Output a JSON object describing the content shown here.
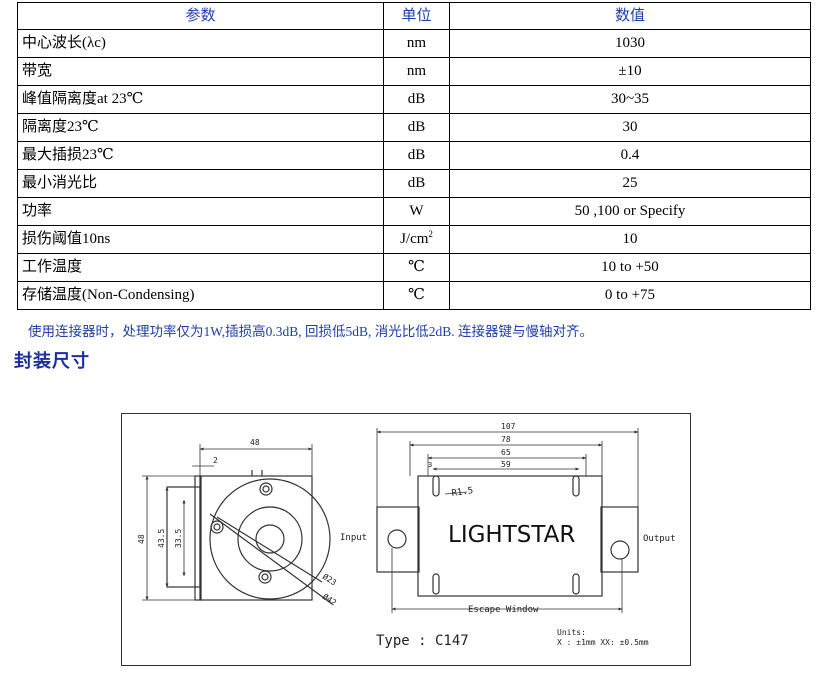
{
  "table": {
    "headers": [
      "参数",
      "单位",
      "数值"
    ],
    "rows": [
      {
        "param": "中心波长(λc)",
        "unit": "nm",
        "value": "1030"
      },
      {
        "param": "带宽",
        "unit": "nm",
        "value": "±10"
      },
      {
        "param": "峰值隔离度at 23℃",
        "unit": "dB",
        "value": "30~35"
      },
      {
        "param": "隔离度23℃",
        "unit": "dB",
        "value": "30"
      },
      {
        "param": "最大插损23℃",
        "unit": "dB",
        "value": "0.4"
      },
      {
        "param": "最小消光比",
        "unit": "dB",
        "value": "25"
      },
      {
        "param": "功率",
        "unit": "W",
        "value": "50 ,100 or Specify"
      },
      {
        "param": "损伤阈值10ns",
        "unit": "J/cm",
        "unit_sup": "2",
        "value": "10"
      },
      {
        "param": "工作温度",
        "unit": "℃",
        "value": "10 to +50"
      },
      {
        "param": "存储温度(Non-Condensing)",
        "unit": "℃",
        "value": "0 to +75"
      }
    ]
  },
  "note": "使用连接器时，处理功率仅为1W,插损高0.3dB, 回损低5dB, 消光比低2dB. 连接器键与慢轴对齐。",
  "section_title": "封装尺寸",
  "drawing": {
    "side_view": {
      "width_dim": "48",
      "offset_dim": "2",
      "height_dim": "48",
      "inner_height_dim": "43.5",
      "inner_height_dim2": "33.5",
      "diameter_small": "Ø23",
      "diameter_large": "Ø42"
    },
    "top_view": {
      "dim_total": "107",
      "dim_body": "78",
      "dim_inner": "65",
      "dim_slots": "59",
      "dim_offset": "3",
      "radius": "R1.5",
      "brand": "LIGHTSTAR",
      "input_label": "Input",
      "output_label": "Output",
      "window_label": "Escape Window"
    },
    "type_label": "Type : C147",
    "units_title": "Units:",
    "units_detail": "X : ±1mm  XX: ±0.5mm"
  }
}
